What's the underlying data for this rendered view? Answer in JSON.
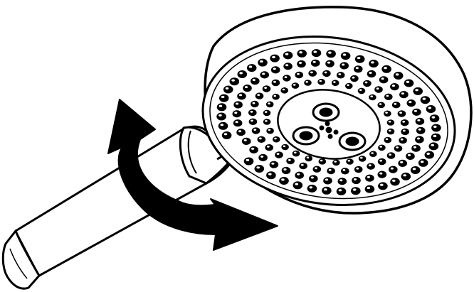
{
  "illustration": {
    "subject": "hand shower",
    "parts": [
      "shower-head",
      "spray-face",
      "center-nozzle-cluster",
      "handle",
      "handle-end-cap",
      "rotation-arrow"
    ],
    "colors": {
      "ink": "#000000",
      "paper": "#ffffff"
    },
    "icons": {
      "rotation": "curved-double-arrow-icon"
    }
  }
}
